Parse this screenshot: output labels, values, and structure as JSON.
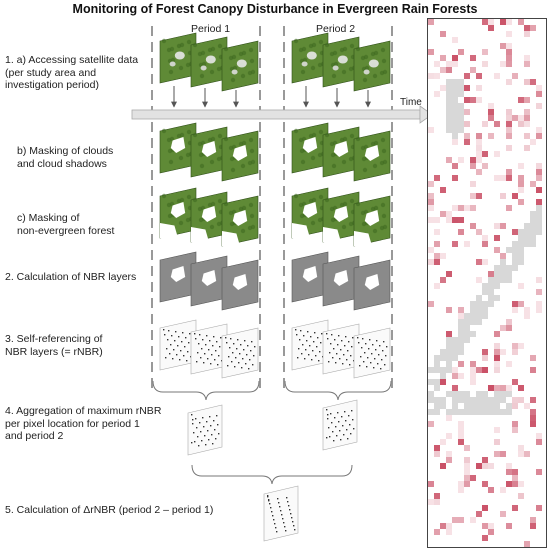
{
  "title": "Monitoring of Forest Canopy Disturbance in Evergreen Rain Forests",
  "periods": {
    "period1": "Period 1",
    "period2": "Period 2"
  },
  "time_label": "Time",
  "steps": [
    {
      "lines": [
        "1. a) Accessing satellite data",
        "(per study area and",
        "investigation period)"
      ]
    },
    {
      "lines": [
        "b) Masking of clouds",
        "and cloud shadows"
      ]
    },
    {
      "lines": [
        "c) Masking of",
        "non-evergreen forest"
      ]
    },
    {
      "lines": [
        "2. Calculation of NBR layers"
      ]
    },
    {
      "lines": [
        "3. Self-referencing of",
        "NBR layers (= rNBR)"
      ]
    },
    {
      "lines": [
        "4. Aggregation of maximum rNBR",
        "per pixel location for period 1",
        "and period 2"
      ]
    },
    {
      "lines": [
        "5. Calculation of ΔrNBR (period 2 – period 1)"
      ]
    }
  ],
  "colors": {
    "forest": "#5f8a36",
    "forest_dark": "#3f6a22",
    "nbr_gray": "#8a8a8a",
    "disturbance_red": "#c0304a",
    "nonforest_gray": "#d8d8d8",
    "dashed_line": "#999999"
  },
  "icons": [
    "arrow-down-icon",
    "time-arrow-icon",
    "brace-icon"
  ]
}
